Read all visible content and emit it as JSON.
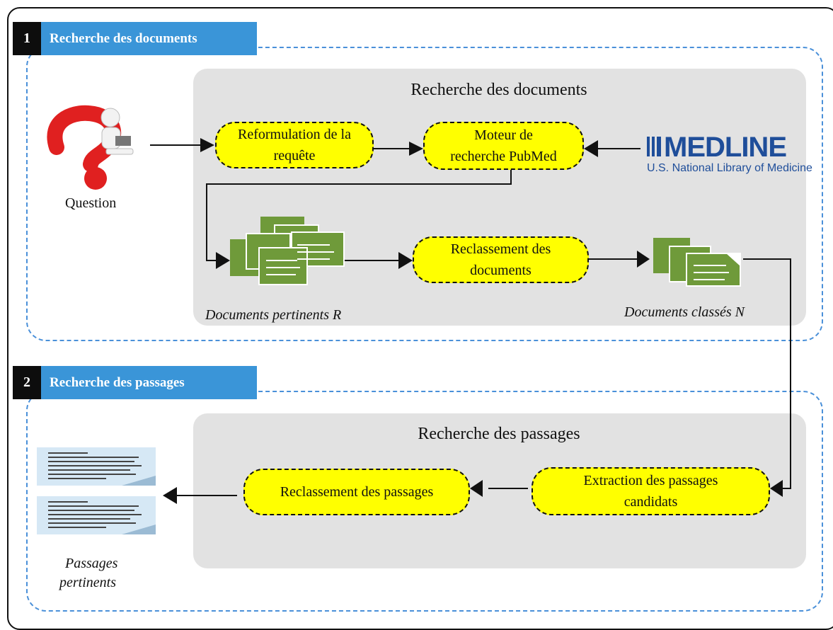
{
  "section1": {
    "number": "1",
    "label": "Recherche des documents"
  },
  "section2": {
    "number": "2",
    "label": "Recherche des passages"
  },
  "panel1_title": "Recherche des documents",
  "panel2_title": "Recherche des passages",
  "question_label": "Question",
  "nodes": {
    "reformulation": [
      "Reformulation de la",
      "requête"
    ],
    "moteur": [
      "Moteur de",
      "recherche PubMed"
    ],
    "reclassement_docs": [
      "Reclassement des",
      "documents"
    ],
    "extraction": [
      "Extraction des passages",
      "candidats"
    ],
    "reclassement_passages": "Reclassement des passages"
  },
  "medline": {
    "word": "MEDLINE",
    "subtitle": "U.S. National Library of Medicine"
  },
  "captions": {
    "docs_pertinents": "Documents pertinents R",
    "docs_classes": "Documents classés N",
    "passages_line1": "Passages",
    "passages_line2": "pertinents"
  },
  "colors": {
    "node_fill": "#ffff00",
    "banner_blue": "#3a95d8",
    "dash_blue": "#4a90d9",
    "doc_green": "#6f9a3a",
    "panel_gray": "#e2e2e2",
    "question_red": "#e02020"
  },
  "icons": [
    "question-user-icon",
    "document-stack-icon",
    "medline-logo",
    "passage-text-icon"
  ]
}
